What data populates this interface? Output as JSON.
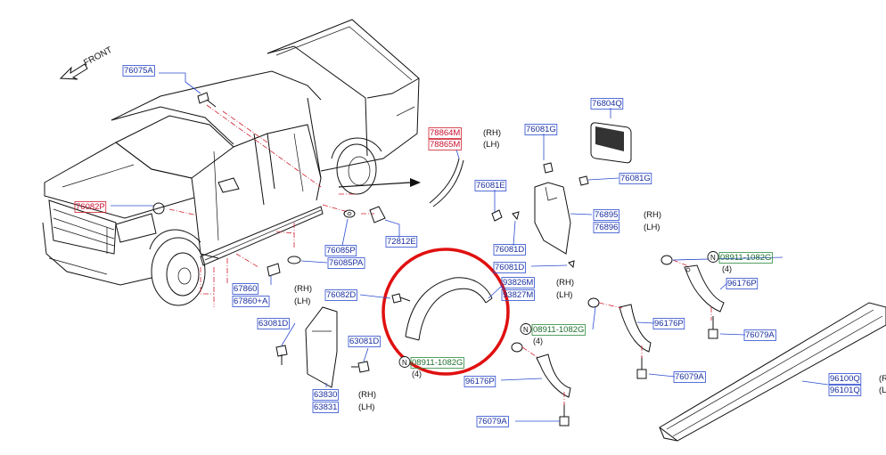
{
  "front_label": "FRONT",
  "qty_labels": [
    "(4)",
    "(4)",
    "(4)"
  ],
  "parts": [
    {
      "id": "p76075A",
      "code": "76075A",
      "side": ""
    },
    {
      "id": "p76082P",
      "code": "76082P",
      "side": ""
    },
    {
      "id": "p78864M",
      "code": "78864M",
      "side": "(RH)"
    },
    {
      "id": "p78865M",
      "code": "78865M",
      "side": "(LH)"
    },
    {
      "id": "p76804Q",
      "code": "76804Q",
      "side": ""
    },
    {
      "id": "p76081G1",
      "code": "76081G",
      "side": ""
    },
    {
      "id": "p76081G2",
      "code": "76081G",
      "side": ""
    },
    {
      "id": "p76081E",
      "code": "76081E",
      "side": ""
    },
    {
      "id": "p76895",
      "code": "76895",
      "side": "(RH)"
    },
    {
      "id": "p76896",
      "code": "76896",
      "side": "(LH)"
    },
    {
      "id": "p76081D1",
      "code": "76081D",
      "side": ""
    },
    {
      "id": "p76081D2",
      "code": "76081D",
      "side": ""
    },
    {
      "id": "p76085P",
      "code": "76085P",
      "side": ""
    },
    {
      "id": "p76085PA",
      "code": "76085PA",
      "side": ""
    },
    {
      "id": "p72812E",
      "code": "72812E",
      "side": ""
    },
    {
      "id": "p67860",
      "code": "67860",
      "side": "(RH)"
    },
    {
      "id": "p67860A",
      "code": "67860+A",
      "side": "(LH)"
    },
    {
      "id": "p76082D",
      "code": "76082D",
      "side": ""
    },
    {
      "id": "p93826M",
      "code": "93826M",
      "side": "(RH)"
    },
    {
      "id": "p93827M",
      "code": "93827M",
      "side": "(LH)"
    },
    {
      "id": "p08911a",
      "code": "08911-1082G",
      "side": ""
    },
    {
      "id": "p08911b",
      "code": "08911-1082G",
      "side": ""
    },
    {
      "id": "p08911c",
      "code": "08911-1082G",
      "side": ""
    },
    {
      "id": "p96176P1",
      "code": "96176P",
      "side": ""
    },
    {
      "id": "p96176P2",
      "code": "96176P",
      "side": ""
    },
    {
      "id": "p96176P3",
      "code": "96176P",
      "side": ""
    },
    {
      "id": "p76079A1",
      "code": "76079A",
      "side": ""
    },
    {
      "id": "p76079A2",
      "code": "76079A",
      "side": ""
    },
    {
      "id": "p76079A3",
      "code": "76079A",
      "side": ""
    },
    {
      "id": "p63081D1",
      "code": "63081D",
      "side": ""
    },
    {
      "id": "p63081D2",
      "code": "63081D",
      "side": ""
    },
    {
      "id": "p63830",
      "code": "63830",
      "side": "(RH)"
    },
    {
      "id": "p63831",
      "code": "63831",
      "side": "(LH)"
    },
    {
      "id": "p96100Q",
      "code": "96100Q",
      "side": "(RH)"
    },
    {
      "id": "p96101Q",
      "code": "96101Q",
      "side": "(LH)"
    }
  ],
  "colors": {
    "part_blue": "#1a2f9e",
    "part_red": "#c8102e",
    "part_green": "#1f6f2e",
    "highlight_circle": "#e01010",
    "leader_red": "#d0202e"
  }
}
